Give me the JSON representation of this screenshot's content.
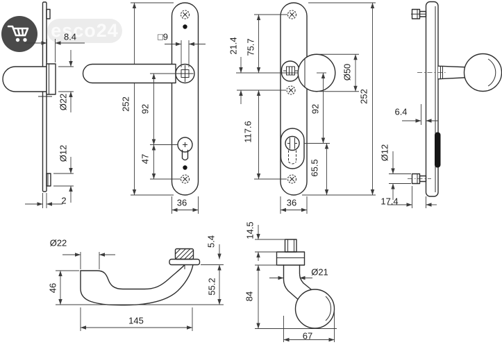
{
  "watermark": {
    "brand": "esco24"
  },
  "palette": {
    "background": "#ffffff",
    "line": "#2d2d2d",
    "dim_text": "#1c1c1c",
    "watermark_circle": "#4a4a4a",
    "watermark_badge": "#ececec",
    "watermark_text": "#fbfbfb"
  },
  "views": {
    "lever_plate_side": {
      "title": "lever plate side view",
      "dims": {
        "hub_offset": "8.4",
        "lever_dia": "Ø22",
        "pin_dia": "Ø12",
        "plate_thickness": "2"
      }
    },
    "lever_plate_front": {
      "title": "lever plate front view",
      "dims": {
        "spindle_square": "□9",
        "plate_height": "252",
        "lever_to_cylinder": "92",
        "cylinder_to_screw": "47",
        "plate_width": "36"
      }
    },
    "knob_plate_front": {
      "title": "knob plate front view",
      "dims": {
        "screw_to_knob": "75.7",
        "knob_to_screw": "21.4",
        "knob_dia": "Ø50",
        "knob_to_cylinder": "92",
        "fixing_span": "117.6",
        "cylinder_to_edge": "65.5",
        "plate_height": "252",
        "plate_width": "36"
      }
    },
    "knob_plate_side": {
      "title": "knob plate side view",
      "dims": {
        "plate_depth": "6.4",
        "pin_dia": "Ø12",
        "total_depth": "17.4"
      }
    },
    "lever_profile": {
      "title": "lever handle profile",
      "dims": {
        "grip_dia": "Ø22",
        "grip_height": "46",
        "collar_height": "5.4",
        "drop_height": "55.2",
        "length": "145"
      }
    },
    "knob_profile": {
      "title": "knob profile",
      "dims": {
        "spindle_length": "14.5",
        "neck_dia": "Ø21",
        "total_height": "84",
        "total_width": "67"
      }
    }
  }
}
